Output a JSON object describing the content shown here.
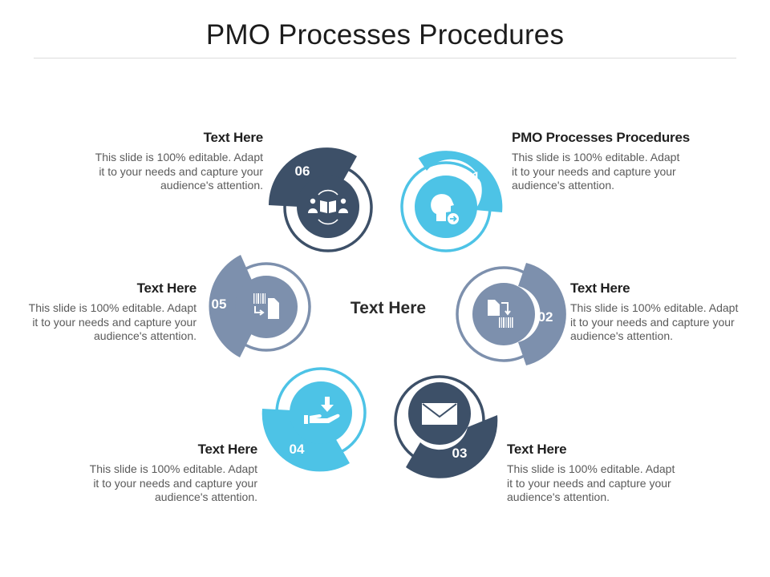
{
  "title": "PMO Processes Procedures",
  "center": "Text Here",
  "colors": {
    "dark": "#3d5068",
    "light": "#4dc3e6",
    "grey": "#7d90ad"
  },
  "items": [
    {
      "number": "01",
      "heading": "PMO Processes Procedures",
      "text": [
        "This slide is 100% editable. Adapt",
        "it to your needs and capture your",
        "audience's attention."
      ],
      "icon": "head-arrow-icon",
      "color": "light"
    },
    {
      "number": "02",
      "heading": "Text Here",
      "text": [
        "This slide is 100% editable. Adapt",
        "it to your needs and capture your",
        "audience's attention."
      ],
      "icon": "document-transfer-icon",
      "color": "grey"
    },
    {
      "number": "03",
      "heading": "Text Here",
      "text": [
        "This slide is 100% editable. Adapt",
        "it to your needs and capture your",
        "audience's attention."
      ],
      "icon": "envelope-icon",
      "color": "dark"
    },
    {
      "number": "04",
      "heading": "Text Here",
      "text": [
        "This slide is 100% editable. Adapt",
        "it to your needs and capture your",
        "audience's attention."
      ],
      "icon": "hand-download-icon",
      "color": "light"
    },
    {
      "number": "05",
      "heading": "Text Here",
      "text": [
        "This slide is 100% editable. Adapt",
        "it to your needs and capture your",
        "audience's attention."
      ],
      "icon": "document-barcode-icon",
      "color": "grey"
    },
    {
      "number": "06",
      "heading": "Text Here",
      "text": [
        "This slide is 100% editable. Adapt",
        "it to your needs and capture your",
        "audience's attention."
      ],
      "icon": "people-book-icon",
      "color": "dark"
    }
  ]
}
